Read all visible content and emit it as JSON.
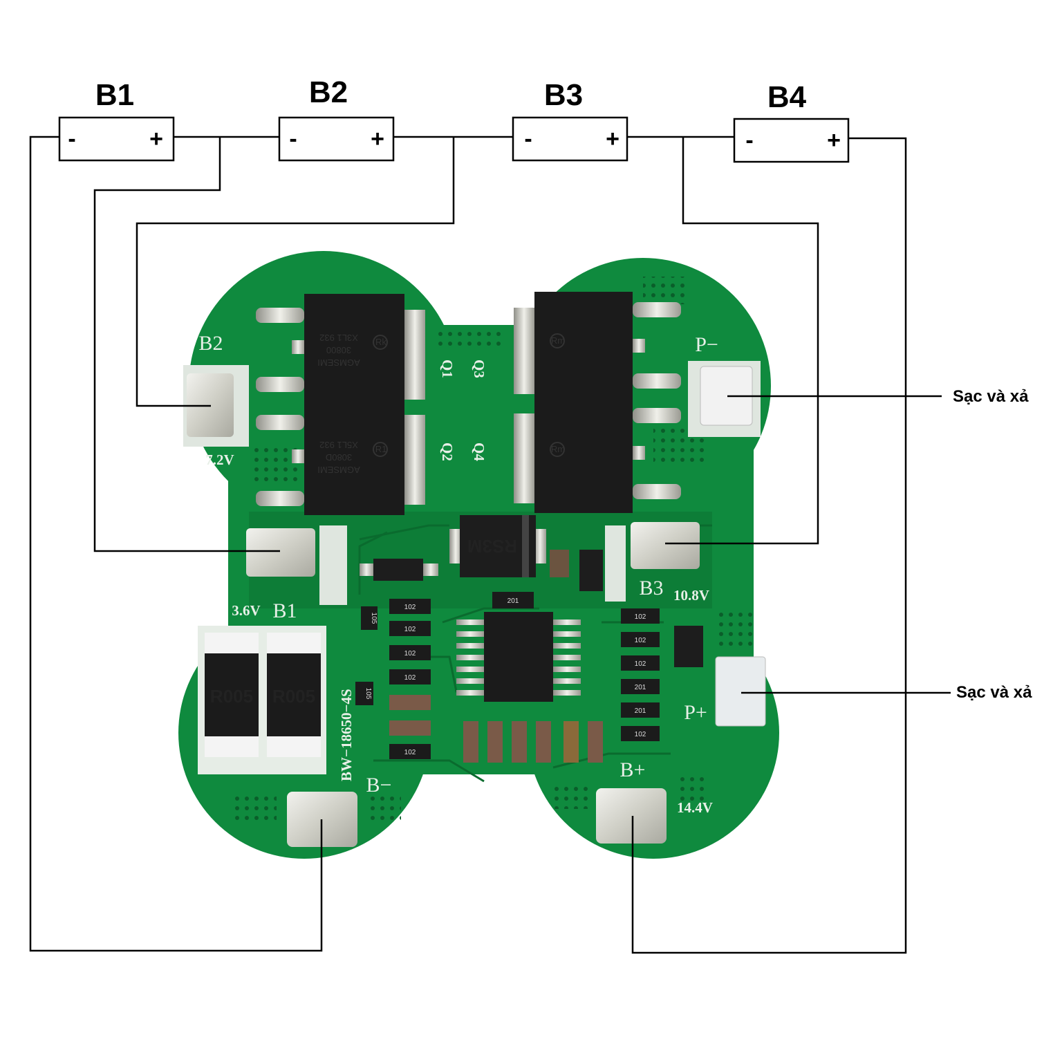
{
  "cells": [
    {
      "name": "B1",
      "neg": "-",
      "pos": "+"
    },
    {
      "name": "B2",
      "neg": "-",
      "pos": "+"
    },
    {
      "name": "B3",
      "neg": "-",
      "pos": "+"
    },
    {
      "name": "B4",
      "neg": "-",
      "pos": "+"
    }
  ],
  "board": {
    "pads": {
      "b2": "B2",
      "b2_voltage": "7.2V",
      "b1": "B1",
      "b1_voltage": "3.6V",
      "b3": "B3",
      "b3_voltage": "10.8V",
      "b_minus": "B−",
      "b_plus": "B+",
      "b_plus_voltage": "14.4V",
      "p_minus": "P−",
      "p_plus": "P+"
    },
    "model": "BW−18650−4S",
    "diode": "RS3M",
    "shunts": [
      "R005",
      "R005"
    ],
    "mosfets": [
      {
        "ref": "Q1",
        "marking": [
          "AGMSEMI",
          "30800",
          "X3L1 932"
        ],
        "logo": "Rk"
      },
      {
        "ref": "Q2",
        "marking": [
          "AGMSEMI",
          "3080D",
          "X5L1 932"
        ],
        "logo": "R1"
      },
      {
        "ref": "Q3",
        "marking": [
          "",
          "",
          ""
        ],
        "logo": "Rm"
      },
      {
        "ref": "Q4",
        "marking": [
          "",
          "",
          ""
        ],
        "logo": "Rm"
      }
    ],
    "resistors_left": [
      "105",
      "102",
      "102",
      "102",
      "102",
      "105",
      "102"
    ],
    "resistors_right": [
      "102",
      "102",
      "102",
      "201",
      "201",
      "102"
    ],
    "resistor_top": "201"
  },
  "callouts": {
    "p_minus": "Sạc và xả",
    "p_plus": "Sạc và xả"
  },
  "colors": {
    "pcb": "#0f8a3e",
    "pcb_dark": "#0b6e31",
    "pad": "#c8c8c0",
    "wire": "#000000"
  }
}
